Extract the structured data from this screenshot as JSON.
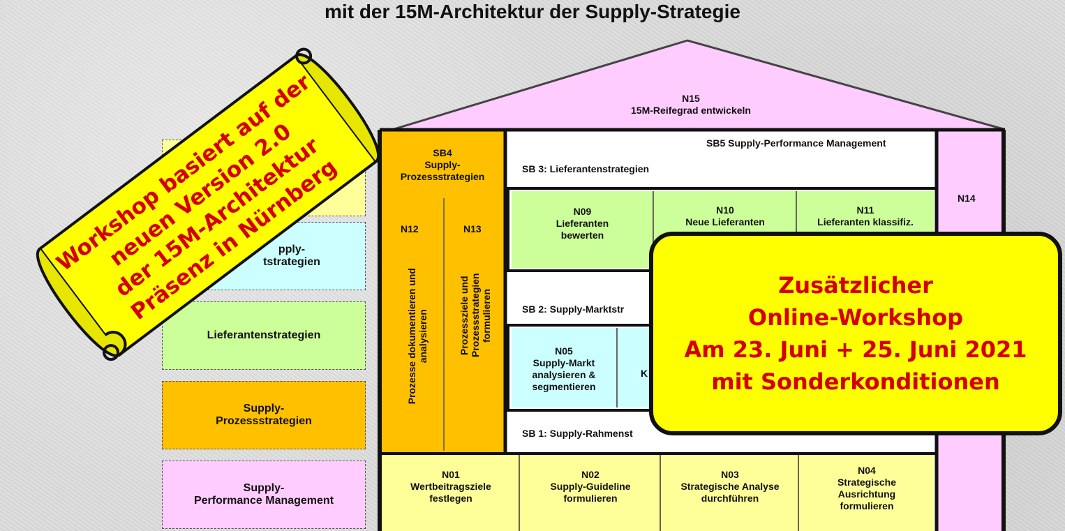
{
  "title": "mit der 15M-Architektur der Supply-Strategie",
  "colors": {
    "roof": "#ffccff",
    "green": "#ccff99",
    "cyan": "#ccffff",
    "yellow_light": "#ffff99",
    "orange": "#ffc000",
    "banner": "#ffff00",
    "banner_text": "#d40000"
  },
  "house": {
    "roof": {
      "code": "N15",
      "label": "15M-Reifegrad entwickeln"
    },
    "sb5": "SB5 Supply-Performance Management",
    "sb3": "SB 3: Lieferantenstrategien",
    "sb2": "SB 2: Supply-Marktstr",
    "sb1": "SB 1: Supply-Rahmenst",
    "sb4": {
      "code": "SB4",
      "label": "Supply-\nProzessstrategien"
    },
    "n14": "N14",
    "n12": {
      "code": "N12",
      "label": "Prozesse dokumentieren und\nanalysieren"
    },
    "n13": {
      "code": "N13",
      "label": "Prozessziele und\nProzessstrategien\nformulieren"
    },
    "n09": {
      "code": "N09",
      "label": "Lieferanten\nbewerten"
    },
    "n10": {
      "code": "N10",
      "label": "Neue Lieferanten"
    },
    "n11": {
      "code": "N11",
      "label": "Lieferanten klassifiz."
    },
    "n05": {
      "code": "N05",
      "label": "Supply-Markt\nanalysieren &\nsegmentieren"
    },
    "n06_fragment": "K",
    "n01": {
      "code": "N01",
      "label": "Wertbeitragsziele\nfestlegen"
    },
    "n02": {
      "code": "N02",
      "label": "Supply-Guideline\nformulieren"
    },
    "n03": {
      "code": "N03",
      "label": "Strategische Analyse\ndurchführen"
    },
    "n04": {
      "code": "N04",
      "label": "Strategische\nAusrichtung\nformulieren"
    }
  },
  "legend": [
    {
      "text": "",
      "color": "#ffff99"
    },
    {
      "text": "pply-\ntstrategien",
      "color": "#ccffff"
    },
    {
      "text": "Lieferantenstrategien",
      "color": "#ccff99"
    },
    {
      "text": "Supply-\nProzessstrategien",
      "color": "#ffc000"
    },
    {
      "text": "Supply-\nPerformance Management",
      "color": "#ffccff"
    }
  ],
  "scroll_banner": {
    "lines": [
      "Workshop basiert auf der",
      "neuen Version 2.0",
      "der 15M-Architektur",
      "Präsenz in Nürnberg"
    ]
  },
  "online_banner": {
    "lines": [
      "Zusätzlicher",
      "Online-Workshop",
      "Am 23. Juni + 25. Juni 2021",
      "mit Sonderkonditionen"
    ]
  }
}
